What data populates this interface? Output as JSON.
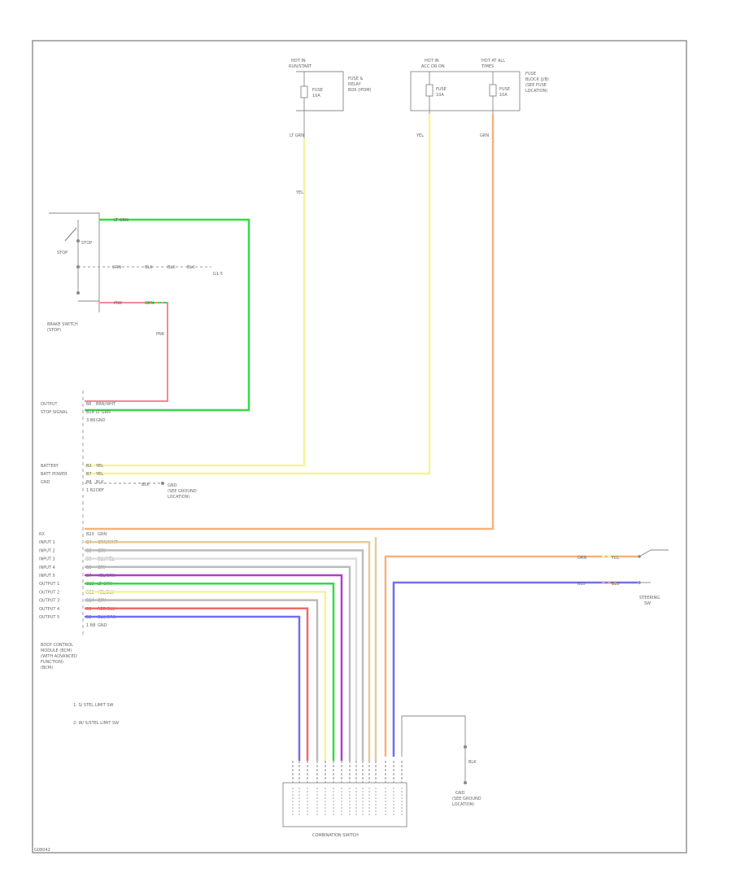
{
  "colors": {
    "lt_green": "#33dd44",
    "yellow": "#f4f49a",
    "orange": "#f6b27a",
    "pink": "#f08a9a",
    "red": "#f06a6a",
    "blue": "#7070ee",
    "purple": "#b040c8",
    "gray": "#bbbbbb",
    "white": "#dddddd",
    "tan": "#e4cc9a"
  },
  "top_left_fuse": {
    "header_line1": "HOT IN",
    "header_line2": "RUN/START",
    "fuse_label": "FUSE",
    "fuse_amp": "10A",
    "box_label_line1": "FUSE &",
    "box_label_line2": "RELAY",
    "box_label_line3": "BOX (IPDM)"
  },
  "top_right_fuses": {
    "left_header_line1": "HOT IN",
    "left_header_line2": "ACC OR ON",
    "right_header_line1": "HOT AT ALL",
    "right_header_line2": "TIMES",
    "fuse_a_label": "FUSE",
    "fuse_a_amp": "10A",
    "fuse_b_label": "FUSE",
    "fuse_b_amp": "10A",
    "box_label_line1": "FUSE",
    "box_label_line2": "BLOCK (J/B)",
    "box_label_line3": "(SEE FUSE",
    "box_label_line4": "LOCATION)"
  },
  "wire_labels": {
    "top_left_lt_grn": "LT GRN",
    "top_left_yel": "YEL",
    "top_mid_yel": "YEL",
    "top_right_grn": "GRN",
    "brake_lt_grn": "LT GRN",
    "brake_mid_1": "GRN",
    "brake_mid_2": "BLK",
    "brake_mid_3": "BLK",
    "brake_mid_4": "BLK",
    "brake_gnd": "G1-5",
    "brake_pnk": "PNK",
    "brake_pnk_dash": "GRN",
    "brake_pnk_vert": "PNK",
    "stop_label": "STOP"
  },
  "brake_switch": {
    "name_line1": "BRAKE SWITCH",
    "name_line2": "(STOP)",
    "contact_label": "STOP"
  },
  "bcm_pins": [
    {
      "name": "OUTPUT",
      "num": "B6",
      "wire": "BRN/WHT"
    },
    {
      "name": "STOP SIGNAL",
      "num": "B14",
      "wire": "LT GRN"
    },
    {
      "name": "",
      "num": "3 B6",
      "wire": "GND"
    },
    {
      "name": "BATTERY",
      "num": "B2",
      "wire": "YEL"
    },
    {
      "name": "BATT POWER",
      "num": "B7",
      "wire": "YEL"
    },
    {
      "name": "GND",
      "num": "B8",
      "wire": "BLK"
    },
    {
      "name": "",
      "num": "1 B2",
      "wire": "DEF"
    }
  ],
  "bcm_gnd_label_line1": "GND",
  "bcm_gnd_label_line2": "(SEE GROUND",
  "bcm_gnd_label_line3": "LOCATION)",
  "bcm_gnd_wire": "BLK",
  "bcm_io_pins": [
    {
      "name": "RX",
      "num": "B20",
      "wire": "GRN"
    },
    {
      "name": "INPUT 1",
      "num": "B4",
      "wire": "GRN/WHT"
    },
    {
      "name": "INPUT 2",
      "num": "B5",
      "wire": "GRY"
    },
    {
      "name": "INPUT 3",
      "num": "B6",
      "wire": "BLU/YEL"
    },
    {
      "name": "INPUT 4",
      "num": "B3",
      "wire": "GRY"
    },
    {
      "name": "INPUT 5",
      "num": "B7",
      "wire": "YEL/GRN"
    },
    {
      "name": "OUTPUT 1",
      "num": "B23",
      "wire": "LT GRN"
    },
    {
      "name": "OUTPUT 2",
      "num": "B22",
      "wire": "YEL/BLU"
    },
    {
      "name": "OUTPUT 3",
      "num": "B14",
      "wire": "GRY"
    },
    {
      "name": "OUTPUT 4",
      "num": "B1",
      "wire": "RED/BLU"
    },
    {
      "name": "OUTPUT 5",
      "num": "B2",
      "wire": "BLU/ORN"
    },
    {
      "name": "",
      "num": "1 B8",
      "wire": "GND"
    }
  ],
  "bcm_name_line1": "BODY CONTROL",
  "bcm_name_line2": "MODULE (BCM)",
  "bcm_name_line3": "(WITH ADVANCED",
  "bcm_name_line4": "FUNCTION)",
  "bcm_name_line5": "(BCM)",
  "right_wires": {
    "orn_label": "ORN",
    "orn_label2": "YEL",
    "blu_label": "BLU",
    "blu_label2": "BLU"
  },
  "steering_switch_line1": "STEERING",
  "steering_switch_line2": "SW",
  "legend": [
    "1: S/ STEL LIMIT SW",
    "2: W/ S/STEL LIMIT SW"
  ],
  "combination_switch_label": "COMBINATION SWITCH",
  "bottom_gnd_wire": "BLK",
  "bottom_gnd_label_line1": "GND",
  "bottom_gnd_label_line2": "(SEE GROUND",
  "bottom_gnd_label_line3": "LOCATION)",
  "footer_code": "G08042"
}
